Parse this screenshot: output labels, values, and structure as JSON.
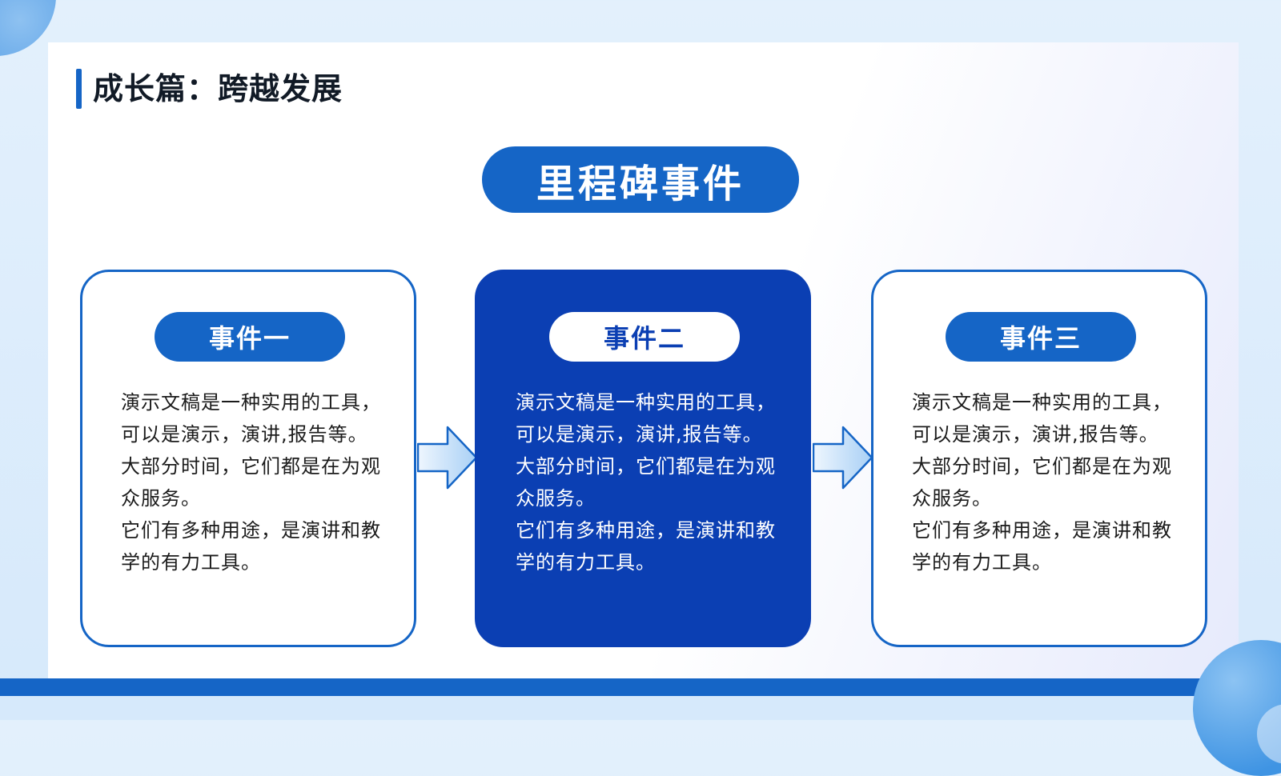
{
  "header": {
    "title": "成长篇：跨越发展"
  },
  "main": {
    "banner": "里程碑事件",
    "cards": [
      {
        "title": "事件一",
        "paragraphs": [
          "演示文稿是一种实用的工具，可以是演示，演讲,报告等。",
          "大部分时间，它们都是在为观众服务。",
          "它们有多种用途，是演讲和教学的有力工具。"
        ]
      },
      {
        "title": "事件二",
        "paragraphs": [
          "演示文稿是一种实用的工具，可以是演示，演讲,报告等。",
          "大部分时间，它们都是在为观众服务。",
          "它们有多种用途，是演讲和教学的有力工具。"
        ]
      },
      {
        "title": "事件三",
        "paragraphs": [
          "演示文稿是一种实用的工具，可以是演示，演讲,报告等。",
          "大部分时间，它们都是在为观众服务。",
          "它们有多种用途，是演讲和教学的有力工具。"
        ]
      }
    ]
  },
  "icons": {
    "flow_arrow": "arrow-right-icon"
  },
  "colors": {
    "primary": "#1565c6",
    "highlight_card": "#0b3fb3",
    "background": "#e3f0fc",
    "title_text": "#111a26"
  }
}
